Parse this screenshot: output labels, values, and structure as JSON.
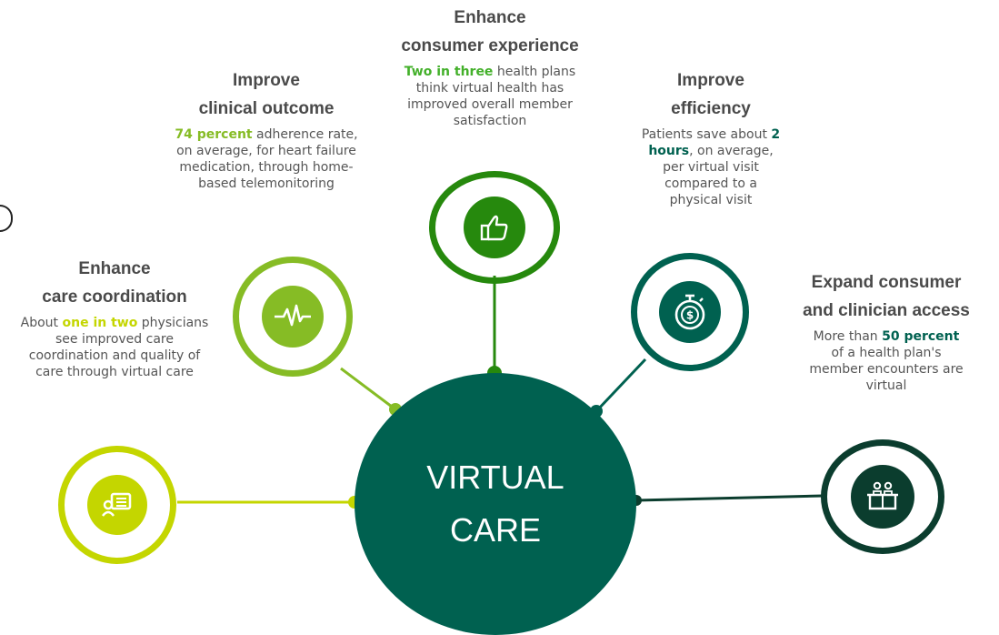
{
  "center": {
    "line1": "VIRTUAL",
    "line2": "CARE"
  },
  "colors": {
    "dark_green": "#006150",
    "mid_green": "#26890d",
    "light_green": "#86bc25",
    "lime": "#c4d600",
    "black": "#222222"
  },
  "benefits": [
    {
      "id": "care-coordination",
      "heading_1": "Enhance",
      "heading_2": "care coordination",
      "pre": "About ",
      "highlight": "one in two",
      "post": " physicians see improved care coordination and quality of care through virtual care",
      "icon": "chat-icon"
    },
    {
      "id": "clinical-outcome",
      "heading_1": "Improve",
      "heading_2": "clinical outcome",
      "pre": "",
      "highlight": "74 percent",
      "post": " adherence rate, on average, for heart failure medication, through home-based telemonitoring",
      "icon": "heartbeat-icon"
    },
    {
      "id": "consumer-experience",
      "heading_1": "Enhance",
      "heading_2": "consumer experience",
      "pre": "",
      "highlight": "Two in three",
      "post": " health plans think virtual health has improved overall member satisfaction",
      "icon": "thumbs-up-icon"
    },
    {
      "id": "efficiency",
      "heading_1": "Improve",
      "heading_2": "efficiency",
      "pre": "Patients save about ",
      "highlight": "2 hours",
      "post": ", on average, per virtual visit compared to a physical visit",
      "icon": "stopwatch-dollar-icon"
    },
    {
      "id": "access",
      "heading_1": "Expand consumer",
      "heading_2": "and clinician access",
      "pre": "More than ",
      "highlight": "50 percent",
      "post": " of a health plan's member encounters are virtual",
      "icon": "people-desk-icon"
    }
  ]
}
